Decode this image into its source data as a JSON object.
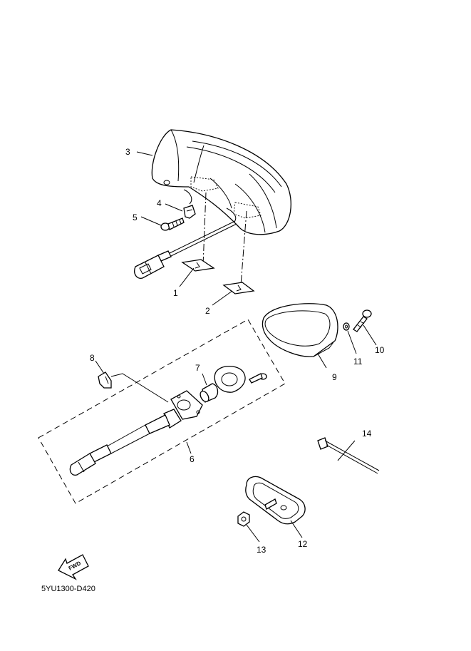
{
  "diagram_code": "5YU1300-D420",
  "fwd_label": "FWD",
  "callouts": {
    "c1": "1",
    "c2": "2",
    "c3": "3",
    "c4": "4",
    "c5": "5",
    "c6": "6",
    "c7": "7",
    "c8": "8",
    "c9": "9",
    "c10": "10",
    "c11": "11",
    "c12": "12",
    "c13": "13",
    "c14": "14"
  },
  "parts": [
    {
      "id": "1",
      "icon": "label-plate"
    },
    {
      "id": "2",
      "icon": "label-plate"
    },
    {
      "id": "3",
      "icon": "taillight-housing"
    },
    {
      "id": "4",
      "icon": "clip"
    },
    {
      "id": "5",
      "icon": "screw"
    },
    {
      "id": "6",
      "icon": "socket-harness-assembly"
    },
    {
      "id": "7",
      "icon": "bulb"
    },
    {
      "id": "8",
      "icon": "clip"
    },
    {
      "id": "9",
      "icon": "lens"
    },
    {
      "id": "10",
      "icon": "screw"
    },
    {
      "id": "11",
      "icon": "washer"
    },
    {
      "id": "12",
      "icon": "gasket"
    },
    {
      "id": "13",
      "icon": "nut"
    },
    {
      "id": "14",
      "icon": "cable-tie"
    }
  ]
}
